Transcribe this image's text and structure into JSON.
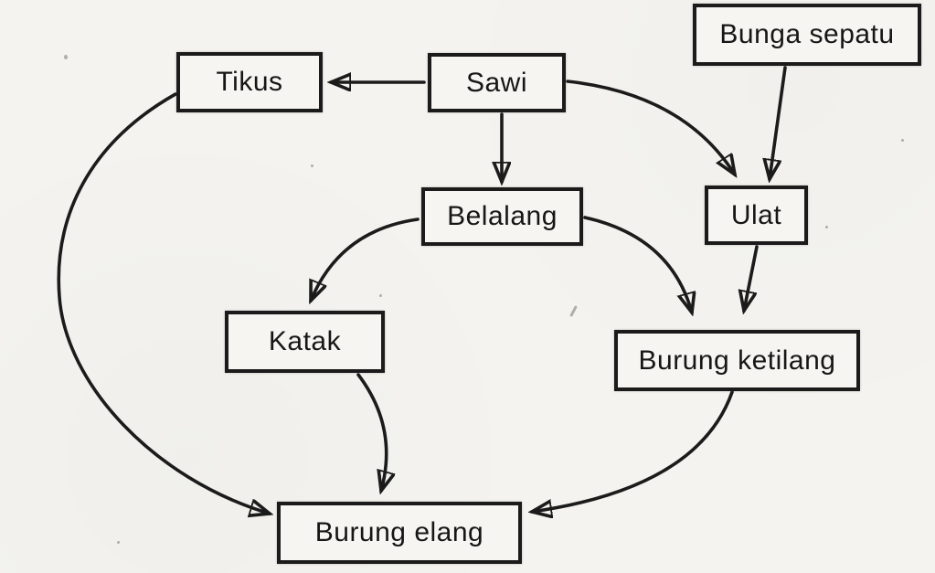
{
  "diagram": {
    "kind": "food-web",
    "background_color": "#f4f3ef",
    "line_color": "#1b1b1b",
    "text_color": "#161616",
    "nodes": [
      {
        "id": "bunga-sepatu",
        "label": "Bunga sepatu"
      },
      {
        "id": "tikus",
        "label": "Tikus"
      },
      {
        "id": "sawi",
        "label": "Sawi"
      },
      {
        "id": "belalang",
        "label": "Belalang"
      },
      {
        "id": "ulat",
        "label": "Ulat"
      },
      {
        "id": "katak",
        "label": "Katak"
      },
      {
        "id": "burung-ketilang",
        "label": "Burung ketilang"
      },
      {
        "id": "burung-elang",
        "label": "Burung elang"
      }
    ],
    "edges": [
      {
        "from": "Sawi",
        "to": "Tikus"
      },
      {
        "from": "Sawi",
        "to": "Belalang"
      },
      {
        "from": "Sawi",
        "to": "Ulat"
      },
      {
        "from": "Bunga sepatu",
        "to": "Ulat"
      },
      {
        "from": "Belalang",
        "to": "Katak"
      },
      {
        "from": "Belalang",
        "to": "Burung ketilang"
      },
      {
        "from": "Ulat",
        "to": "Burung ketilang"
      },
      {
        "from": "Tikus",
        "to": "Burung elang"
      },
      {
        "from": "Katak",
        "to": "Burung elang"
      },
      {
        "from": "Burung ketilang",
        "to": "Burung elang"
      }
    ]
  }
}
